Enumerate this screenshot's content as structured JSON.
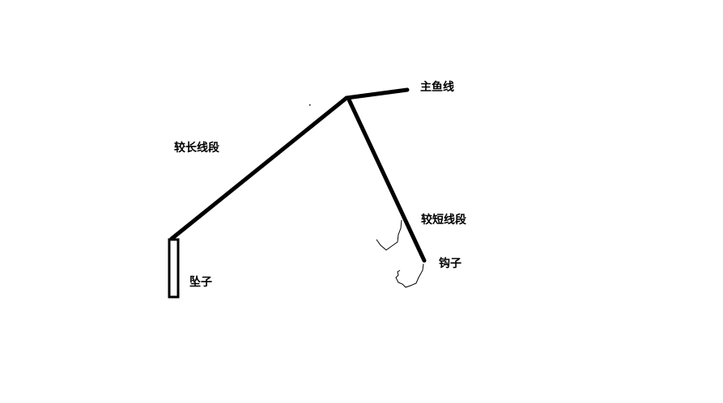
{
  "labels": {
    "main_line": "主鱼线",
    "long_segment": "较长线段",
    "short_segment": "较短线段",
    "hook": "钩子",
    "sinker": "坠子"
  },
  "colors": {
    "ink": "#000000",
    "background": "#ffffff"
  }
}
